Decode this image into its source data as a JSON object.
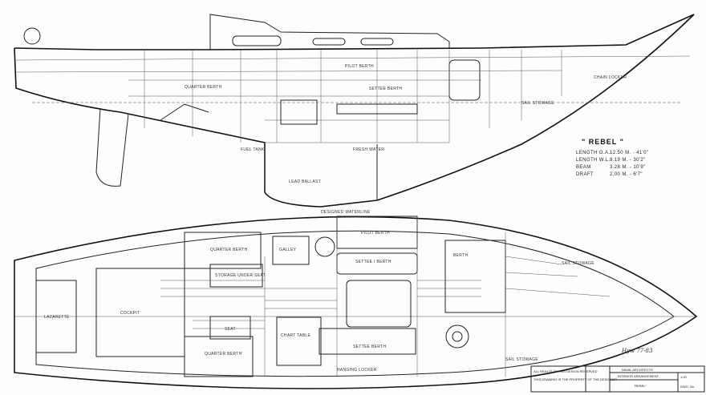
{
  "drawing": {
    "boat_name": "\" REBEL \"",
    "specs": [
      {
        "label": "LENGTH O.A.",
        "value": "12.50 M. - 41'0\""
      },
      {
        "label": "LENGTH W.L.",
        "value": "9.19 M. - 30'2\""
      },
      {
        "label": "BEAM",
        "value": "3.28 M. - 10'9\""
      },
      {
        "label": "DRAFT",
        "value": "2.00 M. - 6'7\""
      }
    ],
    "profile_labels": [
      "QUARTER BERTH",
      "SETTEE BERTH",
      "LEAD BALLAST",
      "PILOT BERTH",
      "SAIL STOWAGE",
      "CHAIN LOCKER",
      "FRESH WATER",
      "FUEL TANK"
    ],
    "waterline_note": "DESIGNED WATERLINE",
    "plan_labels": {
      "quarter_berth_top": "QUARTER BERTH",
      "quarter_berth_bottom": "QUARTER BERTH",
      "storage": "STORAGE UNDER SEAT",
      "pilot_berth": "PILOT BERTH",
      "settee_top": "SETTEE / BERTH",
      "chart_table": "CHART TABLE",
      "settee_bottom": "SETTEE BERTH",
      "galley": "GALLEY",
      "hanging_locker": "HANGING LOCKER",
      "sail_stowage": "SAIL STOWAGE",
      "sail_stowage_2": "SAIL STOWAGE",
      "berth": "BERTH",
      "seat": "SEAT",
      "cockpit": "COCKPIT",
      "lazarette": "LAZARETTE"
    },
    "signature": "Hyw 77-83",
    "title_block": {
      "notes_1": "ALL RIGHTS OF THIS DESIGN RESERVED",
      "notes_2": "THIS DRAWING IS THE PROPERTY OF THE DESIGNER",
      "office": "NAVAL ARCHITECTS",
      "title": "INTERIOR ARRANGEMENT",
      "name": "\"REBEL\"",
      "scale": "1:20",
      "sheet": "DWG. No."
    }
  }
}
